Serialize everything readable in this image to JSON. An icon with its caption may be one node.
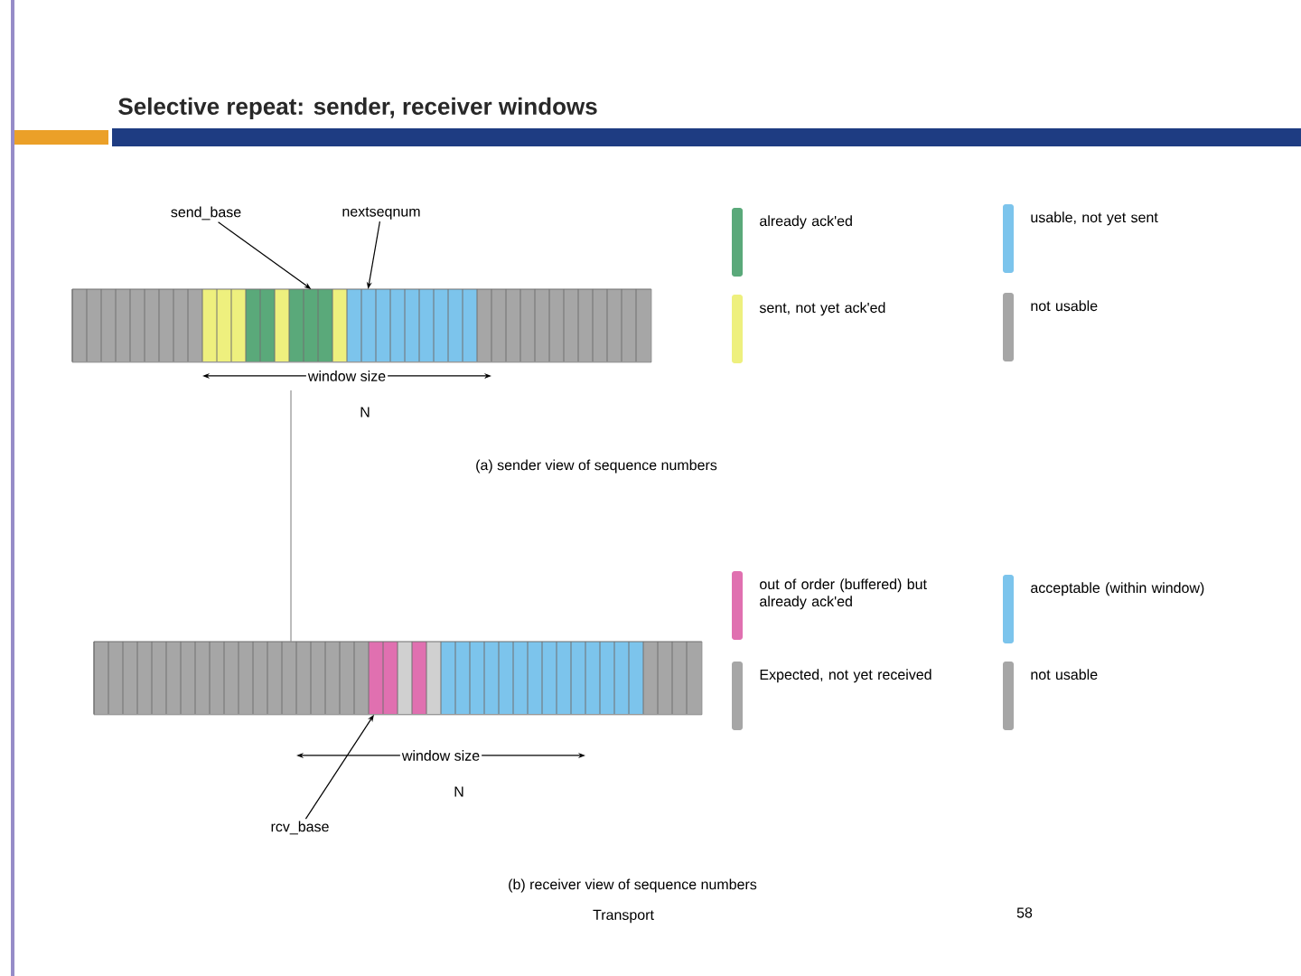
{
  "diagram": {
    "title": "Selective repeat: sender, receiver windows",
    "nodes": [
      {
        "text": [],
        "shape": "bar"
      },
      {
        "text": [],
        "shape": "bar"
      },
      {
        "text": [
          "send_base"
        ]
      },
      {
        "text": [
          "nextseqnum"
        ]
      },
      {
        "text": [
          "rcv_base"
        ]
      }
    ],
    "edges": [
      {
        "from": 2,
        "to": 0,
        "arrow": "to"
      },
      {
        "from": 3,
        "to": 0,
        "arrow": "to"
      },
      {
        "from": 4,
        "to": 1,
        "arrow": "to"
      }
    ],
    "labels": [
      "window size",
      "N",
      "(a) sender view of sequence numbers",
      "window size",
      "N",
      "(b) receiver view of sequence numbers",
      "Transport",
      "58"
    ],
    "legend": [
      {
        "text": "already ack'ed",
        "color": "#5aa97a"
      },
      {
        "text": "sent, not yet ack'ed",
        "color": "#eef07e"
      },
      {
        "text": "usable, not yet sent",
        "color": "#7cc4ec"
      },
      {
        "text": "not usable",
        "color": "#a6a6a6"
      },
      {
        "text": "out of order (buffered) but already ack'ed",
        "color": "#e070b0"
      },
      {
        "text": "Expected, not yet received",
        "color": "#a6a6a6"
      },
      {
        "text": "acceptable (within window)",
        "color": "#7cc4ec"
      },
      {
        "text": "not usable",
        "color": "#a6a6a6"
      }
    ]
  }
}
